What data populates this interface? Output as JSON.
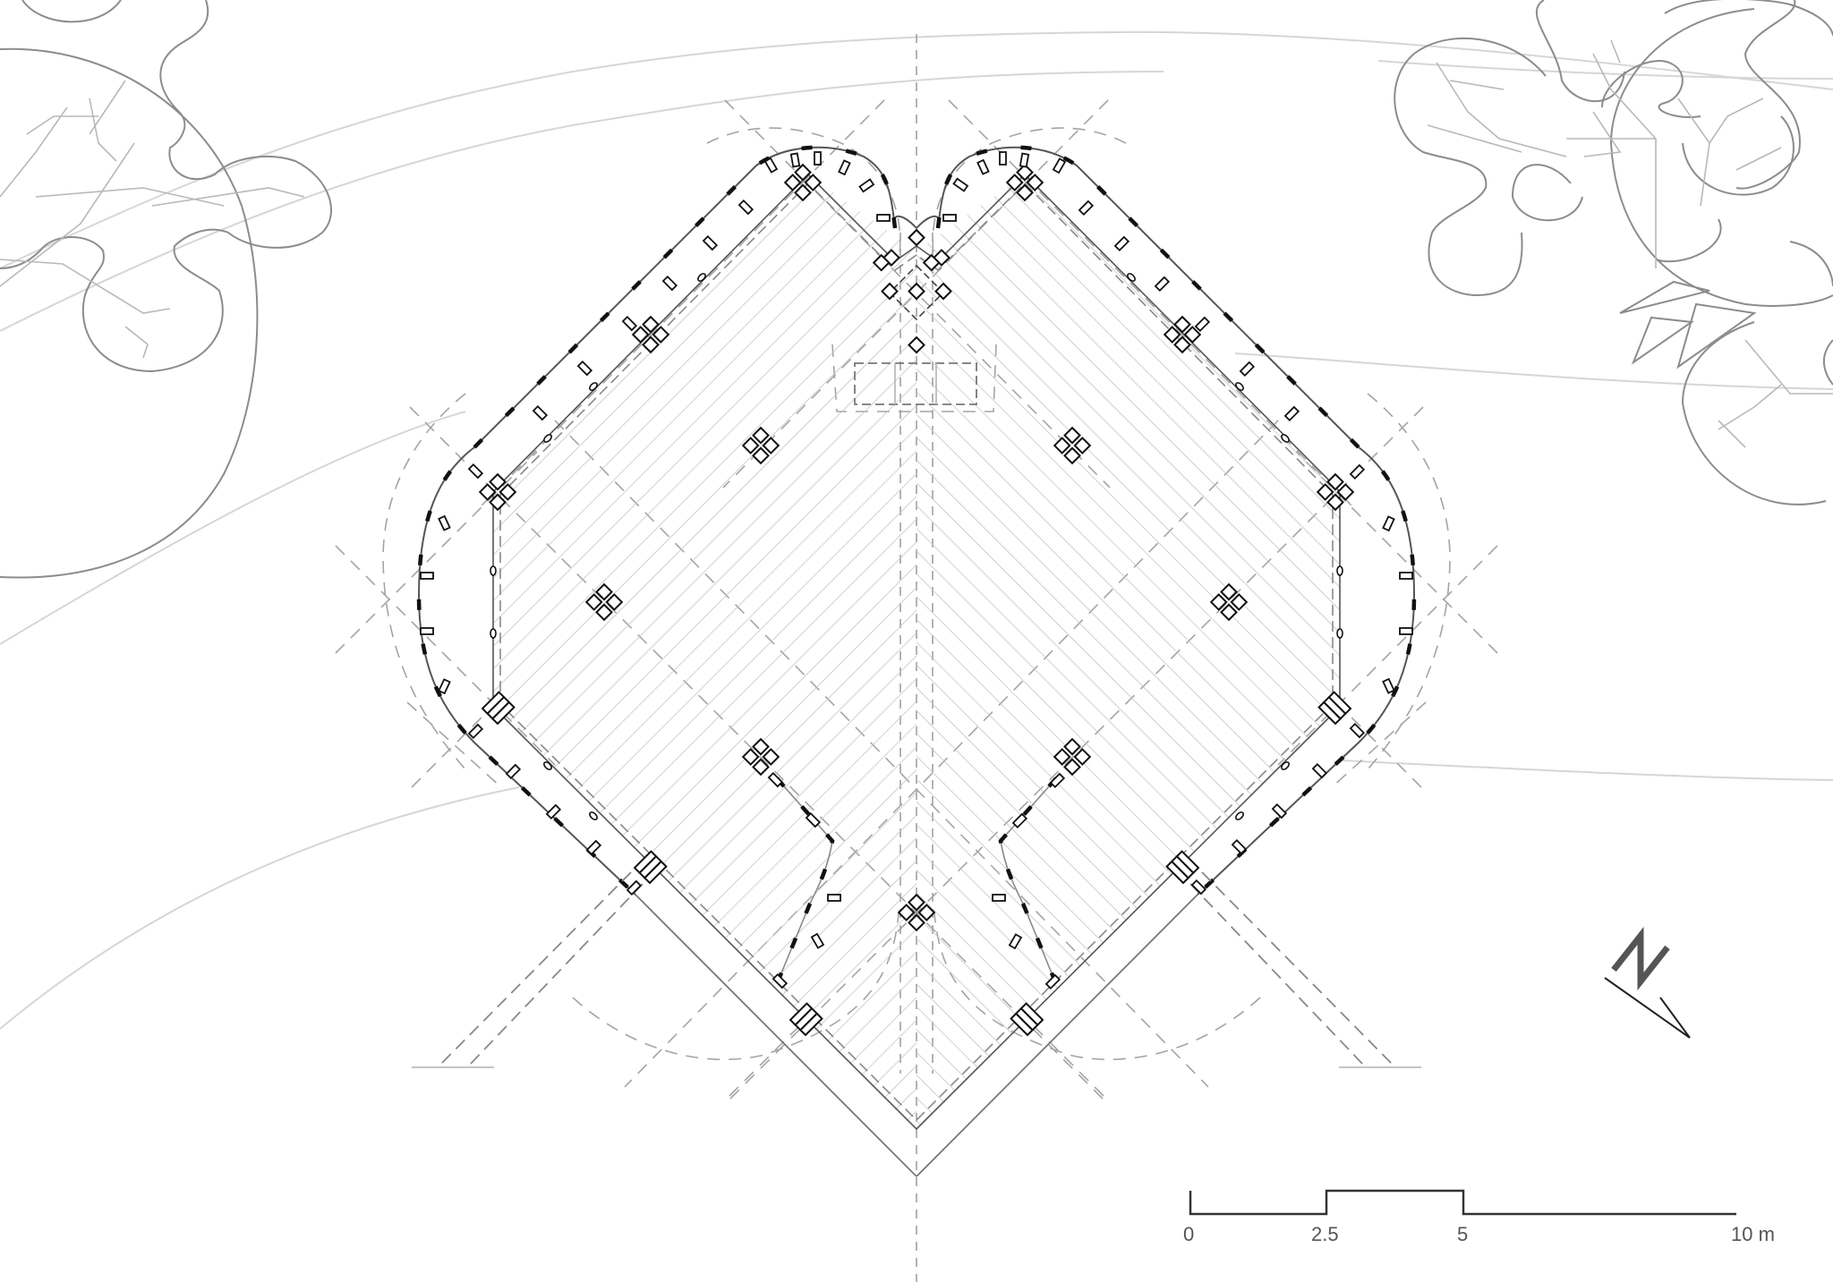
{
  "drawing": {
    "type": "architectural floor plan",
    "colors": {
      "wall": "#222222",
      "hatch": "#c8c8c8",
      "grid_dashed": "#9a9a9a",
      "landscape": "#999999",
      "contour": "#d4d4d4",
      "background": "#ffffff"
    }
  },
  "north_arrow": {
    "letter": "N",
    "icon": "north-arrow-icon"
  },
  "scale_bar": {
    "ticks": [
      "0",
      "2.5",
      "5",
      "10 m"
    ],
    "unit": "m",
    "values": [
      0,
      2.5,
      5,
      10
    ]
  }
}
